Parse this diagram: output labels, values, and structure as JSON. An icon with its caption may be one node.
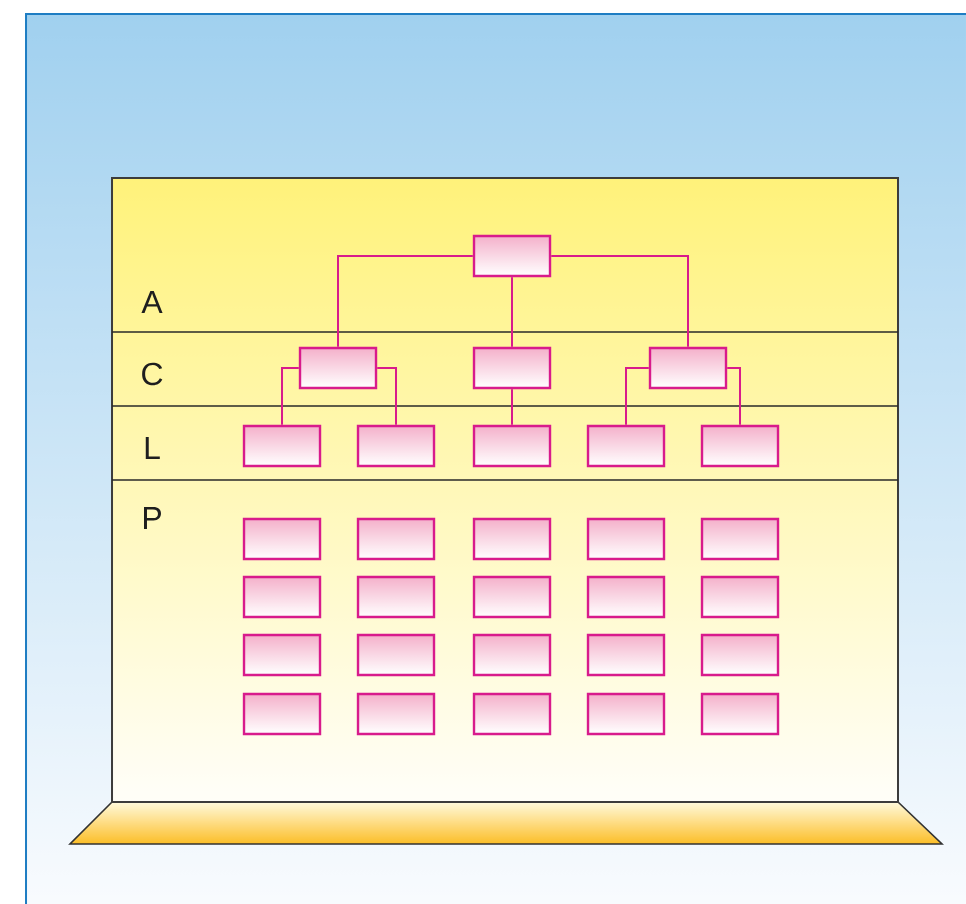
{
  "diagram": {
    "nodes": [
      {
        "text": [],
        "shape": "box"
      },
      {
        "text": [],
        "shape": "box"
      },
      {
        "text": [],
        "shape": "box"
      },
      {
        "text": [],
        "shape": "box"
      },
      {
        "text": [],
        "shape": "box"
      },
      {
        "text": [],
        "shape": "box"
      },
      {
        "text": [],
        "shape": "box"
      },
      {
        "text": [],
        "shape": "box"
      },
      {
        "text": [],
        "shape": "box"
      },
      {
        "text": [],
        "shape": "box"
      },
      {
        "text": [],
        "shape": "box"
      },
      {
        "text": [],
        "shape": "box"
      },
      {
        "text": [],
        "shape": "box"
      },
      {
        "text": [],
        "shape": "box"
      },
      {
        "text": [],
        "shape": "box"
      },
      {
        "text": [],
        "shape": "box"
      },
      {
        "text": [],
        "shape": "box"
      },
      {
        "text": [],
        "shape": "box"
      },
      {
        "text": [],
        "shape": "box"
      },
      {
        "text": [],
        "shape": "box"
      },
      {
        "text": [],
        "shape": "box"
      },
      {
        "text": [],
        "shape": "box"
      },
      {
        "text": [],
        "shape": "box"
      },
      {
        "text": [],
        "shape": "box"
      },
      {
        "text": [],
        "shape": "box"
      },
      {
        "text": [],
        "shape": "box"
      },
      {
        "text": [],
        "shape": "box"
      },
      {
        "text": [],
        "shape": "box"
      },
      {
        "text": [],
        "shape": "box"
      }
    ],
    "edges": [
      {
        "from": 0,
        "to": 1,
        "arrow": "none"
      },
      {
        "from": 0,
        "to": 2,
        "arrow": "none"
      },
      {
        "from": 0,
        "to": 3,
        "arrow": "none"
      },
      {
        "from": 1,
        "to": 4,
        "arrow": "none"
      },
      {
        "from": 1,
        "to": 5,
        "arrow": "none"
      },
      {
        "from": 2,
        "to": 6,
        "arrow": "none"
      },
      {
        "from": 3,
        "to": 7,
        "arrow": "none"
      },
      {
        "from": 3,
        "to": 8,
        "arrow": "none"
      }
    ],
    "labels": [
      "A",
      "C",
      "L",
      "P"
    ]
  }
}
